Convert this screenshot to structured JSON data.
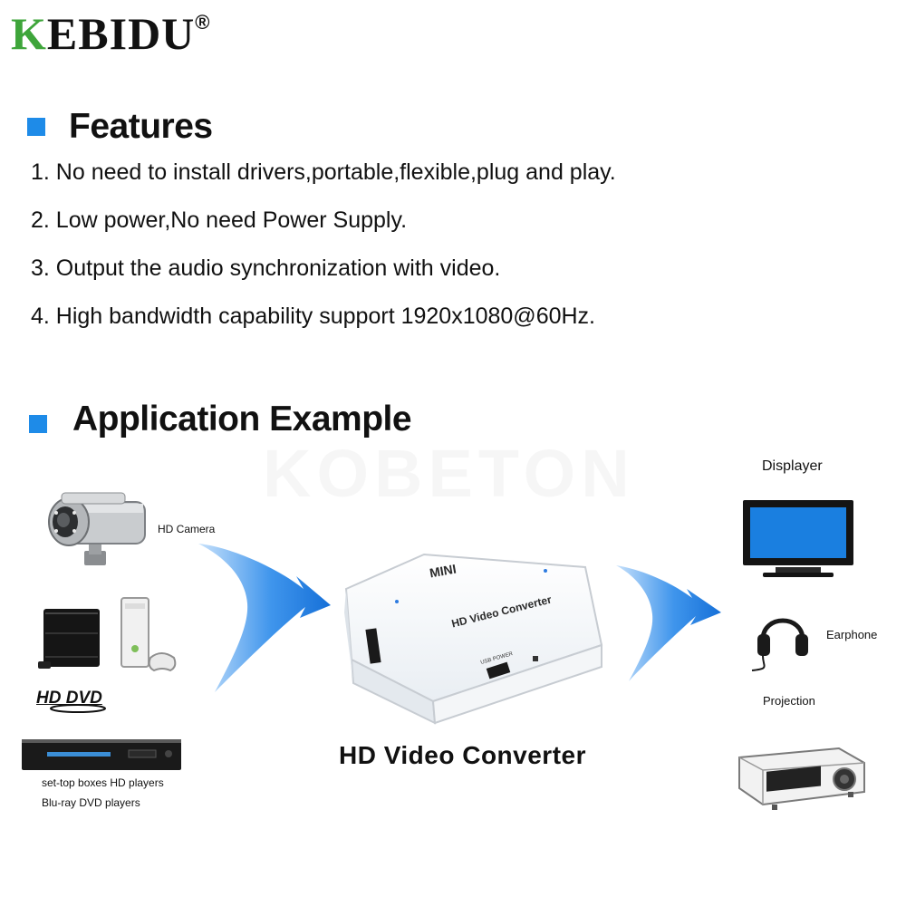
{
  "brand": {
    "logo_text": "KEBIDU",
    "logo_first_letter": "K",
    "logo_rest": "EBIDU",
    "registered_mark": "®"
  },
  "features": {
    "heading": "Features",
    "items": [
      "1. No need to install drivers,portable,flexible,plug and play.",
      "2. Low power,No need Power Supply.",
      "3. Output the audio synchronization with video.",
      "4. High bandwidth capability support 1920x1080@60Hz."
    ]
  },
  "application": {
    "heading": "Application Example",
    "watermark": "KOBETON",
    "inputs": {
      "camera_label": "HD Camera",
      "hd_dvd_label": "HD DVD",
      "player_line1": "set-top boxes HD players",
      "player_line2": "Blu-ray DVD players"
    },
    "converter": {
      "device_brand": "MINI",
      "device_text": "HD Video Converter",
      "port_label": "USB POWER",
      "caption": "HD Video Converter"
    },
    "outputs": {
      "displayer_label": "Displayer",
      "earphone_label": "Earphone",
      "projection_label": "Projection"
    }
  },
  "colors": {
    "accent_blue": "#1e8be8",
    "logo_green": "#3ea53a",
    "screen_blue": "#1a7fe0"
  }
}
